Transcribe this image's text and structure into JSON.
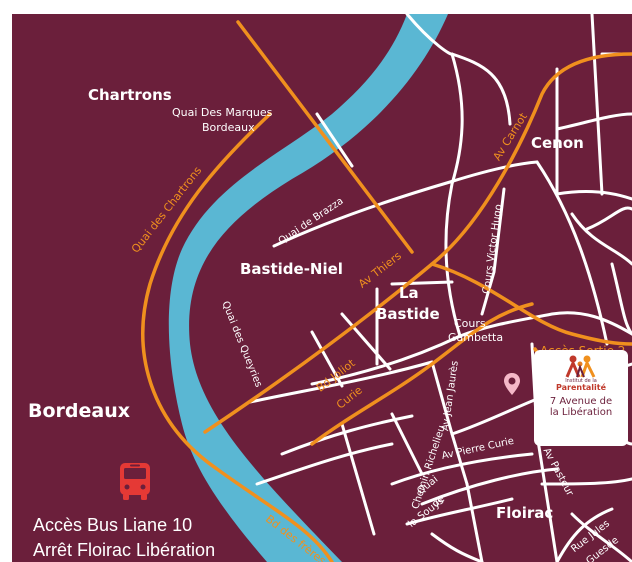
{
  "colors": {
    "background": "#6b1f3b",
    "river": "#5ab7d3",
    "road": "#ffffff",
    "main_road": "#f0901e",
    "accent_red": "#c0392b"
  },
  "districts": {
    "chartrons": "Chartrons",
    "cenon": "Cenon",
    "bastide_niel": "Bastide-Niel",
    "la": "La",
    "bastide": "Bastide",
    "bordeaux": "Bordeaux",
    "floirac": "Floirac"
  },
  "streets": {
    "quai_marques_1": "Quai Des Marques",
    "quai_marques_2": "Bordeaux",
    "quai_chartrons": "Quai des Chartrons",
    "quai_brazza": "Quai de Brazza",
    "av_thiers": "Av Thiers",
    "av_carnot": "Av Carnot",
    "cours_victor_hugo": "Cours Victor Hugo",
    "quai_queyries": "Quai des Queyries",
    "cours_gambetta_1": "Cours",
    "cours_gambetta_2": "Gambetta",
    "acces_sortie": "Accès Sortie 2",
    "av_jean_jaures": "Av Jean Jaurès",
    "bd_joliot_1": "Bd Joliot",
    "bd_joliot_2": "Curie",
    "chemin_richelieu": "Chemin Richelieu",
    "av_pierre_curie": "Av Pierre Curie",
    "av_pasteur": "Av Pasteur",
    "quai_souys_1": "Quai",
    "quai_souys_2": "de",
    "quai_souys_3": "la Souys",
    "bd_freres": "Bd des frères",
    "rue_jules": "Rue Jules",
    "guesde": "Guesde"
  },
  "info_box": {
    "brand_small": "Institut de la",
    "brand": "Parentalité",
    "address_line1": "7 Avenue de",
    "address_line2": "la Libération"
  },
  "icons": {
    "pin": "location-pin-icon",
    "bus": "bus-icon",
    "logo": "family-logo-icon"
  },
  "bus_info": {
    "line1": "Accès Bus Liane 10",
    "line2": "Arrêt Floirac Libération"
  }
}
